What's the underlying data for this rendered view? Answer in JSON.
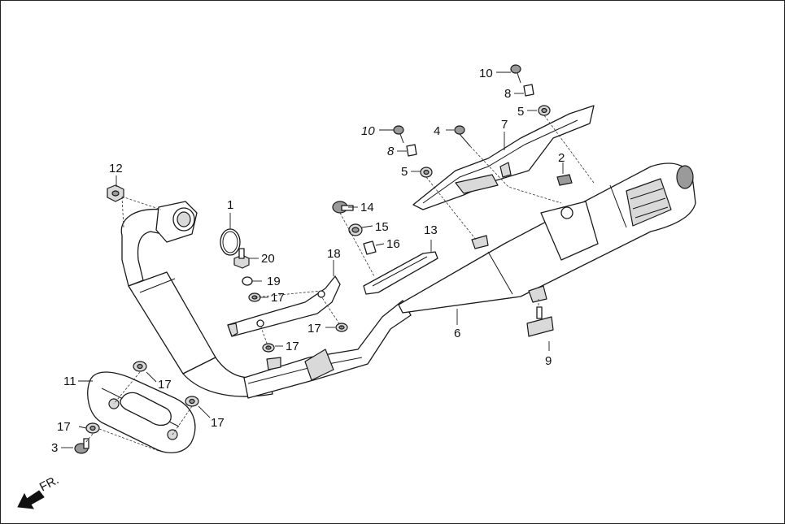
{
  "diagram": {
    "labels": {
      "p1": "1",
      "p2": "2",
      "p3": "3",
      "p4": "4",
      "p5a": "5",
      "p5b": "5",
      "p6": "6",
      "p7": "7",
      "p8a": "8",
      "p8b": "8",
      "p9": "9",
      "p10a": "10",
      "p10b": "10",
      "p11": "11",
      "p12": "12",
      "p13": "13",
      "p14": "14",
      "p15": "15",
      "p16": "16",
      "p17a": "17",
      "p17b": "17",
      "p17c": "17",
      "p17d": "17",
      "p17e": "17",
      "p17f": "17",
      "p18": "18",
      "p19": "19",
      "p20": "20"
    },
    "direction_label": "FR."
  }
}
